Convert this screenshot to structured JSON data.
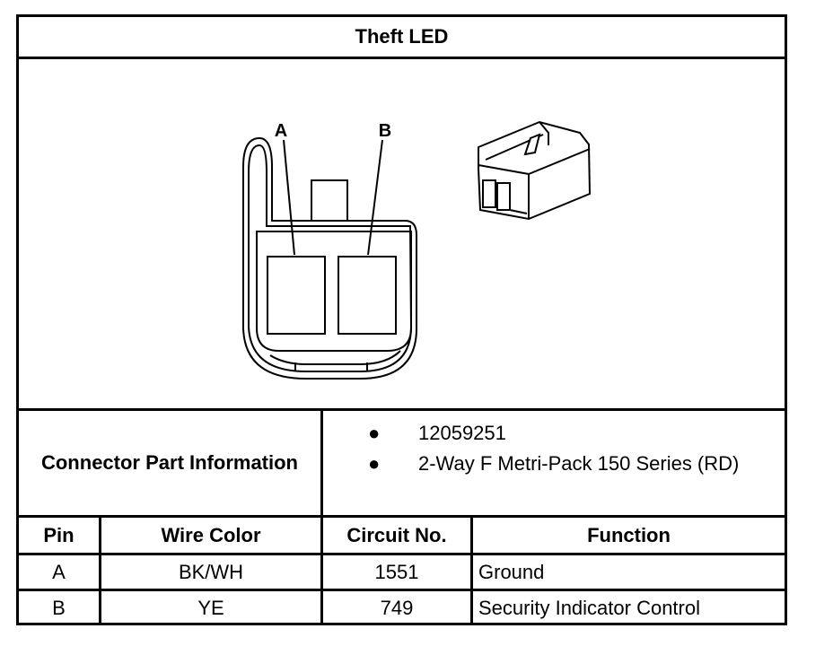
{
  "title": "Theft LED",
  "diagram": {
    "pin_labels": [
      "A",
      "B"
    ]
  },
  "connector_part_information": {
    "label": "Connector Part Information",
    "items": [
      "12059251",
      "2-Way F Metri-Pack 150 Series (RD)"
    ]
  },
  "pin_table": {
    "headers": [
      "Pin",
      "Wire Color",
      "Circuit No.",
      "Function"
    ],
    "rows": [
      [
        "A",
        "BK/WH",
        "1551",
        "Ground"
      ],
      [
        "B",
        "YE",
        "749",
        "Security Indicator Control"
      ]
    ]
  }
}
